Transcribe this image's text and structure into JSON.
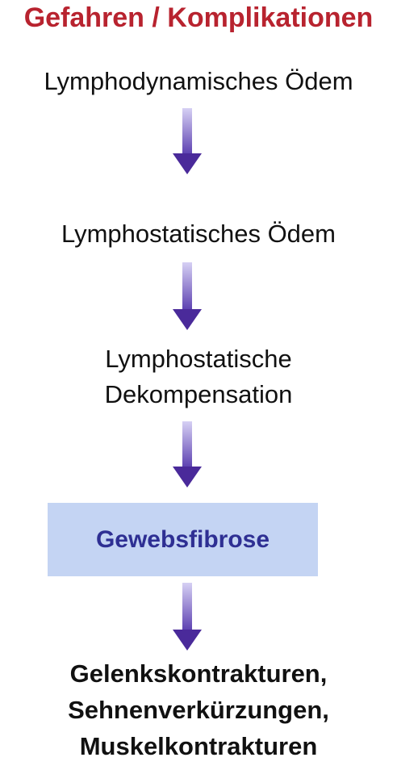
{
  "title": "Gefahren / Komplikationen",
  "steps": {
    "step1": "Lymphodynamisches Ödem",
    "step2": "Lymphostatisches Ödem",
    "step3": [
      "Lymphostatische",
      "Dekompensation"
    ],
    "step4": "Gewebsfibrose",
    "step5": [
      "Gelenkskontrakturen,",
      "Sehnenverkürzungen,",
      "Muskelkontrakturen"
    ]
  },
  "colors": {
    "title": "#b8232f",
    "text": "#111111",
    "highlight_bg": "#c4d4f3",
    "highlight_text": "#2e2f93",
    "arrow_top": "#c9c2ee",
    "arrow_bottom": "#4a2a9a"
  },
  "icons": [
    "arrow-down-icon"
  ]
}
